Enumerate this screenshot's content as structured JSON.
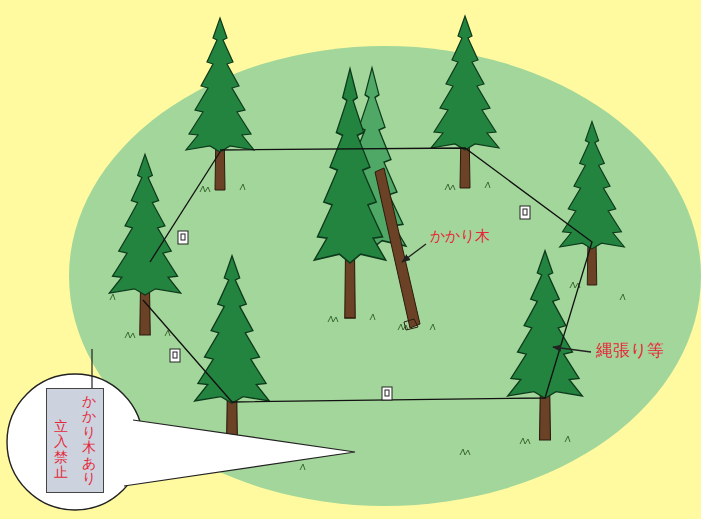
{
  "diagram": {
    "nodes": [
      {
        "text": [
          "かかり木あり",
          "立入禁止"
        ]
      }
    ],
    "labels": [
      "かかり木",
      "縄張り等"
    ]
  }
}
